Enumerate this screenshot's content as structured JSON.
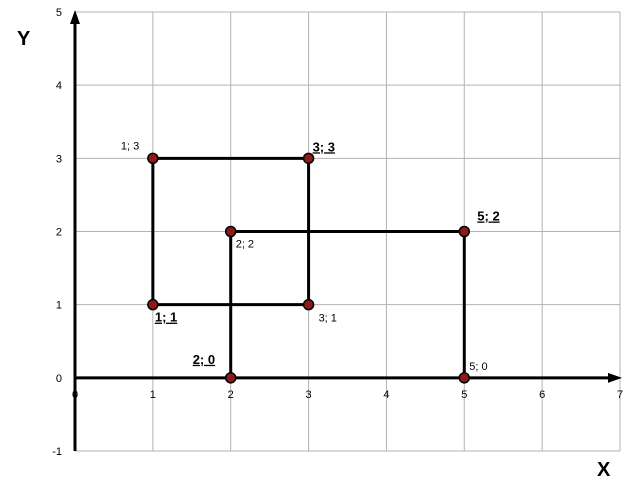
{
  "chart_data": {
    "type": "scatter",
    "xlabel": "X",
    "ylabel": "Y",
    "xlim": [
      0,
      7
    ],
    "ylim": [
      -1,
      5
    ],
    "x_ticks": [
      "0",
      "1",
      "2",
      "3",
      "4",
      "5",
      "6",
      "7"
    ],
    "y_ticks": [
      "-1",
      "0",
      "1",
      "2",
      "3",
      "4",
      "5"
    ],
    "grid": true,
    "colors": {
      "grid": "#b3b3b3",
      "line": "#000000",
      "marker_fill": "#8b1a1a",
      "marker_edge": "#000000"
    },
    "points": [
      {
        "x": 1,
        "y": 3,
        "label": "1; 3",
        "bold": false
      },
      {
        "x": 3,
        "y": 3,
        "label": "3; 3",
        "bold": true
      },
      {
        "x": 1,
        "y": 1,
        "label": "1; 1",
        "bold": true
      },
      {
        "x": 3,
        "y": 1,
        "label": "3; 1",
        "bold": false
      },
      {
        "x": 2,
        "y": 2,
        "label": "2; 2",
        "bold": false
      },
      {
        "x": 5,
        "y": 2,
        "label": "5; 2",
        "bold": true
      },
      {
        "x": 2,
        "y": 0,
        "label": "2; 0",
        "bold": true
      },
      {
        "x": 5,
        "y": 0,
        "label": "5; 0",
        "bold": false
      }
    ],
    "segments": [
      {
        "from": [
          1,
          3
        ],
        "to": [
          3,
          3
        ]
      },
      {
        "from": [
          1,
          1
        ],
        "to": [
          3,
          1
        ]
      },
      {
        "from": [
          1,
          1
        ],
        "to": [
          1,
          3
        ]
      },
      {
        "from": [
          3,
          1
        ],
        "to": [
          3,
          3
        ]
      },
      {
        "from": [
          2,
          2
        ],
        "to": [
          5,
          2
        ]
      },
      {
        "from": [
          2,
          0
        ],
        "to": [
          2,
          2
        ]
      },
      {
        "from": [
          5,
          0
        ],
        "to": [
          5,
          2
        ]
      }
    ]
  }
}
